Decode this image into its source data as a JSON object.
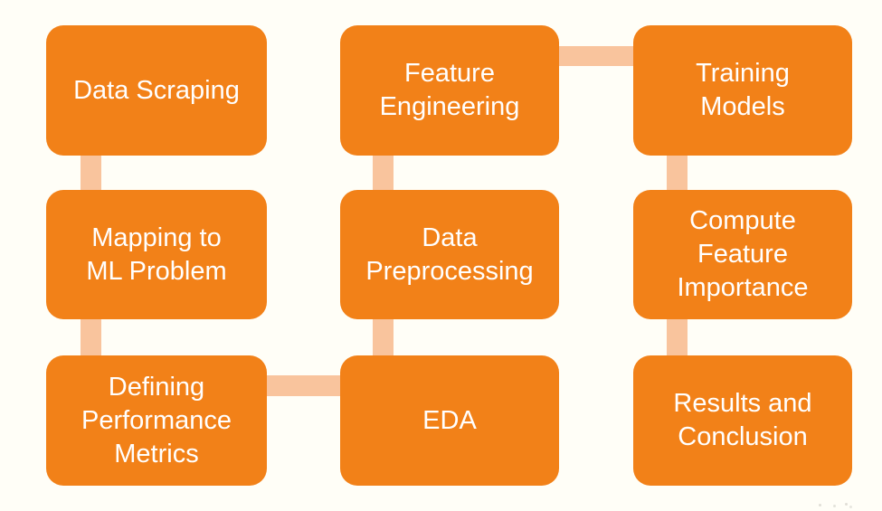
{
  "diagram": {
    "description": "Machine learning project workflow flowchart, 3x3 grid of orange rounded boxes connected by light peach links",
    "colors": {
      "node_fill": "#F28118",
      "connector": "#F9C49D",
      "background": "#FFFEF7",
      "text": "#FFFFFF"
    },
    "nodes": [
      {
        "id": "data-scraping",
        "label": "Data Scraping",
        "col": 1,
        "row": 1
      },
      {
        "id": "mapping-to-ml-problem",
        "label": "Mapping to\nML Problem",
        "col": 1,
        "row": 2
      },
      {
        "id": "defining-performance-metrics",
        "label": "Defining\nPerformance\nMetrics",
        "col": 1,
        "row": 3
      },
      {
        "id": "eda",
        "label": "EDA",
        "col": 2,
        "row": 3
      },
      {
        "id": "data-preprocessing",
        "label": "Data\nPreprocessing",
        "col": 2,
        "row": 2
      },
      {
        "id": "feature-engineering",
        "label": "Feature\nEngineering",
        "col": 2,
        "row": 1
      },
      {
        "id": "training-models",
        "label": "Training\nModels",
        "col": 3,
        "row": 1
      },
      {
        "id": "compute-feature-importance",
        "label": "Compute\nFeature\nImportance",
        "col": 3,
        "row": 2
      },
      {
        "id": "results-and-conclusion",
        "label": "Results and\nConclusion",
        "col": 3,
        "row": 3
      }
    ],
    "connectors": [
      {
        "from": "data-scraping",
        "to": "mapping-to-ml-problem",
        "orientation": "vertical"
      },
      {
        "from": "mapping-to-ml-problem",
        "to": "defining-performance-metrics",
        "orientation": "vertical"
      },
      {
        "from": "defining-performance-metrics",
        "to": "eda",
        "orientation": "horizontal"
      },
      {
        "from": "eda",
        "to": "data-preprocessing",
        "orientation": "vertical"
      },
      {
        "from": "data-preprocessing",
        "to": "feature-engineering",
        "orientation": "vertical"
      },
      {
        "from": "feature-engineering",
        "to": "training-models",
        "orientation": "horizontal"
      },
      {
        "from": "training-models",
        "to": "compute-feature-importance",
        "orientation": "vertical"
      },
      {
        "from": "compute-feature-importance",
        "to": "results-and-conclusion",
        "orientation": "vertical"
      }
    ],
    "flow_order": [
      "data-scraping",
      "mapping-to-ml-problem",
      "defining-performance-metrics",
      "eda",
      "data-preprocessing",
      "feature-engineering",
      "training-models",
      "compute-feature-importance",
      "results-and-conclusion"
    ]
  }
}
